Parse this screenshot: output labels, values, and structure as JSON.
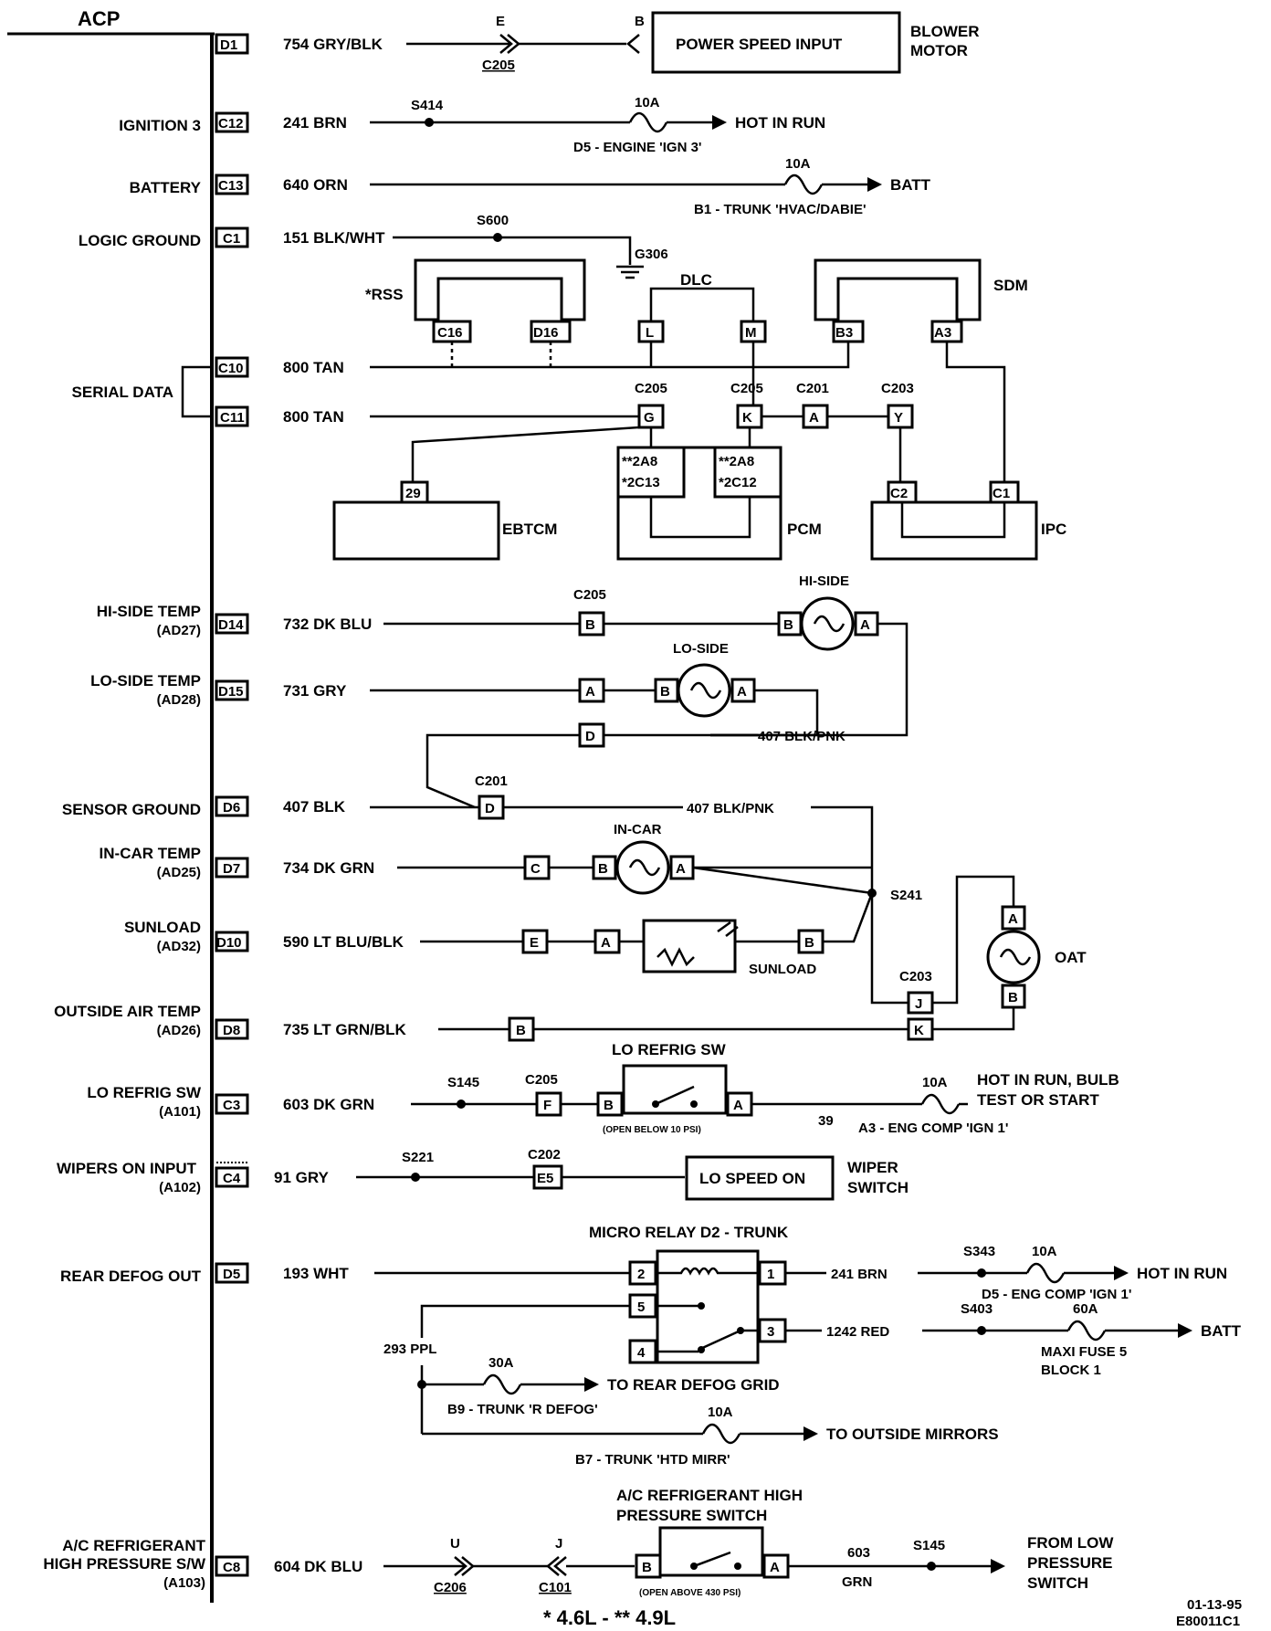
{
  "acp": "ACP",
  "rows": [
    {
      "label": "",
      "pin": "D1",
      "wire": "754 GRY/BLK"
    },
    {
      "label": "IGNITION 3",
      "pin": "C12",
      "wire": "241 BRN"
    },
    {
      "label": "BATTERY",
      "pin": "C13",
      "wire": "640 ORN"
    },
    {
      "label": "LOGIC GROUND",
      "pin": "C1",
      "wire": "151 BLK/WHT"
    },
    {
      "label": "SERIAL DATA",
      "pin": "C10",
      "wire": "800 TAN"
    },
    {
      "label": "",
      "pin": "C11",
      "wire": "800 TAN"
    },
    {
      "label": "HI-SIDE TEMP",
      "sub": "(AD27)",
      "pin": "D14",
      "wire": "732 DK BLU"
    },
    {
      "label": "LO-SIDE TEMP",
      "sub": "(AD28)",
      "pin": "D15",
      "wire": "731 GRY"
    },
    {
      "label": "SENSOR GROUND",
      "pin": "D6",
      "wire": "407 BLK"
    },
    {
      "label": "IN-CAR TEMP",
      "sub": "(AD25)",
      "pin": "D7",
      "wire": "734 DK GRN"
    },
    {
      "label": "SUNLOAD",
      "sub": "(AD32)",
      "pin": "D10",
      "wire": "590 LT BLU/BLK"
    },
    {
      "label": "OUTSIDE AIR TEMP",
      "sub": "(AD26)",
      "pin": "D8",
      "wire": "735 LT GRN/BLK"
    },
    {
      "label": "LO REFRIG SW",
      "sub": "(A101)",
      "pin": "C3",
      "wire": "603 DK GRN"
    },
    {
      "label": "WIPERS ON INPUT",
      "sub": "(A102)",
      "pin": "C4",
      "wire": "91 GRY"
    },
    {
      "label": "REAR DEFOG OUT",
      "pin": "D5",
      "wire": "193 WHT"
    },
    {
      "label": "A/C REFRIGERANT",
      "label2": "HIGH PRESSURE S/W",
      "sub": "(A103)",
      "pin": "C8",
      "wire": "604 DK BLU"
    }
  ],
  "blower": {
    "conn_male": "E",
    "conn_female": "B",
    "connector": "C205",
    "box": "POWER SPEED INPUT",
    "name1": "BLOWER",
    "name2": "MOTOR"
  },
  "ign3": {
    "splice": "S414",
    "fuse": "10A",
    "dest": "HOT IN RUN",
    "fuse_name": "D5 - ENGINE 'IGN 3'"
  },
  "batt": {
    "fuse": "10A",
    "dest": "BATT",
    "fuse_name": "B1 - TRUNK 'HVAC/DABIE'"
  },
  "logic_gnd": {
    "splice": "S600",
    "ground": "G306"
  },
  "serial": {
    "rss": "*RSS",
    "rss_c16": "C16",
    "rss_d16": "D16",
    "dlc": "DLC",
    "dlc_l": "L",
    "dlc_m": "M",
    "sdm": "SDM",
    "sdm_b3": "B3",
    "sdm_a3": "A3",
    "c205a": "C205",
    "pin_g": "G",
    "c205b": "C205",
    "pin_k": "K",
    "c201": "C201",
    "pin_a": "A",
    "c203": "C203",
    "pin_y": "Y",
    "pcm_pin1a": "**2A8",
    "pcm_pin1b": "*2C13",
    "pcm_pin2a": "**2A8",
    "pcm_pin2b": "*2C12",
    "pcm": "PCM",
    "e_pin": "29",
    "ebtcm": "EBTCM",
    "ipc_c2": "C2",
    "ipc_c1": "C1",
    "ipc": "IPC"
  },
  "hiside": {
    "connector": "C205",
    "pin": "B",
    "sensor": "HI-SIDE",
    "s_b": "B",
    "s_a": "A"
  },
  "loside": {
    "pin": "A",
    "sensor": "LO-SIDE",
    "s_b": "B",
    "s_a": "A",
    "ret_pin": "D",
    "ret_wire": "407 BLK/PNK"
  },
  "sensor_gnd": {
    "connector": "C201",
    "pin": "D",
    "wire": "407 BLK/PNK"
  },
  "incar": {
    "pin": "C",
    "sensor": "IN-CAR",
    "s_b": "B",
    "s_a": "A",
    "splice": "S241"
  },
  "sunload": {
    "pin": "E",
    "s_a": "A",
    "s_b": "B",
    "name": "SUNLOAD"
  },
  "oat": {
    "connector": "C203",
    "pin_j": "J",
    "pin_k": "K",
    "pin": "B",
    "s_a": "A",
    "s_b": "B",
    "name": "OAT"
  },
  "lorefrig": {
    "splice": "S145",
    "connector": "C205",
    "pin": "F",
    "name": "LO REFRIG SW",
    "s_b": "B",
    "s_a": "A",
    "note": "(OPEN BELOW 10 PSI)",
    "wire": "39",
    "fuse": "10A",
    "dest1": "HOT IN RUN, BULB",
    "dest2": "TEST OR START",
    "fuse_name": "A3 - ENG COMP 'IGN 1'"
  },
  "wipers": {
    "splice": "S221",
    "connector": "C202",
    "pin": "E5",
    "box": "LO SPEED ON",
    "name1": "WIPER",
    "name2": "SWITCH"
  },
  "defog": {
    "relay": "MICRO RELAY D2 - TRUNK",
    "p2": "2",
    "p1": "1",
    "p5": "5",
    "p3": "3",
    "p4": "4",
    "wire_out": "241 BRN",
    "splice1": "S343",
    "fuse1": "10A",
    "dest1": "HOT IN RUN",
    "fuse1_name": "D5 - ENG COMP 'IGN 1'",
    "wire_red": "1242 RED",
    "splice2": "S403",
    "fuse2": "60A",
    "dest2": "BATT",
    "fuse2_name1": "MAXI FUSE 5",
    "fuse2_name2": "BLOCK 1",
    "wire_ppl": "293 PPL",
    "fuse3": "30A",
    "dest3": "TO REAR DEFOG GRID",
    "fuse3_name": "B9 - TRUNK 'R DEFOG'",
    "fuse4": "10A",
    "dest4": "TO OUTSIDE MIRRORS",
    "fuse4_name": "B7 - TRUNK 'HTD MIRR'"
  },
  "hps": {
    "conn_u": "U",
    "c206": "C206",
    "conn_j": "J",
    "c101": "C101",
    "name1": "A/C REFRIGERANT HIGH",
    "name2": "PRESSURE SWITCH",
    "s_b": "B",
    "s_a": "A",
    "note": "(OPEN ABOVE 430 PSI)",
    "wire1": "603",
    "wire2": "GRN",
    "splice": "S145",
    "dest1": "FROM LOW",
    "dest2": "PRESSURE",
    "dest3": "SWITCH"
  },
  "footer": {
    "engine": "* 4.6L - ** 4.9L",
    "date": "01-13-95",
    "code": "E80011C1"
  }
}
